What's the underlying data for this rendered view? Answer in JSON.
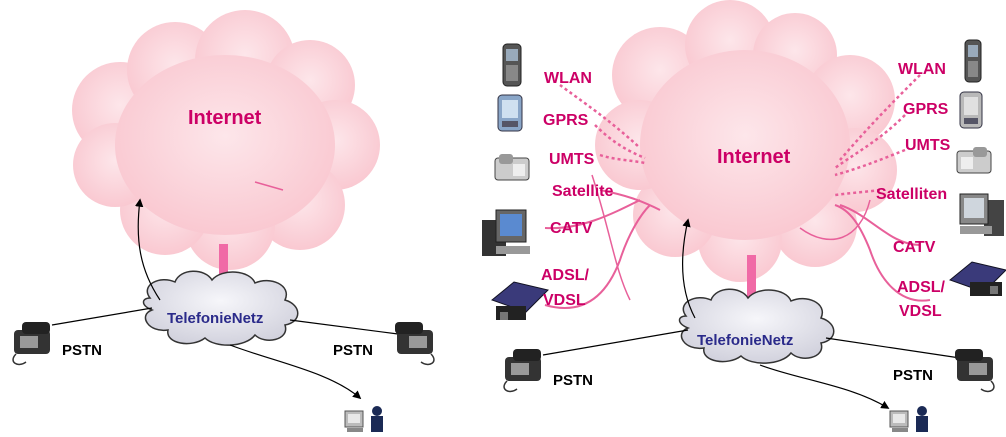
{
  "left": {
    "internet": "Internet",
    "telefonie": "TelefonieNetz",
    "pstn_left": "PSTN",
    "pstn_right": "PSTN"
  },
  "right": {
    "internet": "Internet",
    "telefonie": "TelefonieNetz",
    "pstn_left": "PSTN",
    "pstn_right": "PSTN",
    "access_left": [
      "WLAN",
      "GPRS",
      "UMTS",
      "Satellite",
      "CATV",
      "ADSL/",
      "VDSL"
    ],
    "access_right": [
      "WLAN",
      "GPRS",
      "UMTS",
      "Satelliten",
      "CATV",
      "ADSL/",
      "VDSL"
    ]
  },
  "colors": {
    "internet_cloud": "#fbd3d8",
    "telefonie_cloud": "#e6e6ee",
    "access_label": "#cc0066",
    "link_line": "#e8609a"
  },
  "icons": [
    "mobile-phone-icon",
    "pda-icon",
    "desk-phone-icon",
    "computer-icon",
    "tv-set-icon",
    "dsl-modem-icon",
    "telephone-icon",
    "user-at-pc-icon"
  ]
}
